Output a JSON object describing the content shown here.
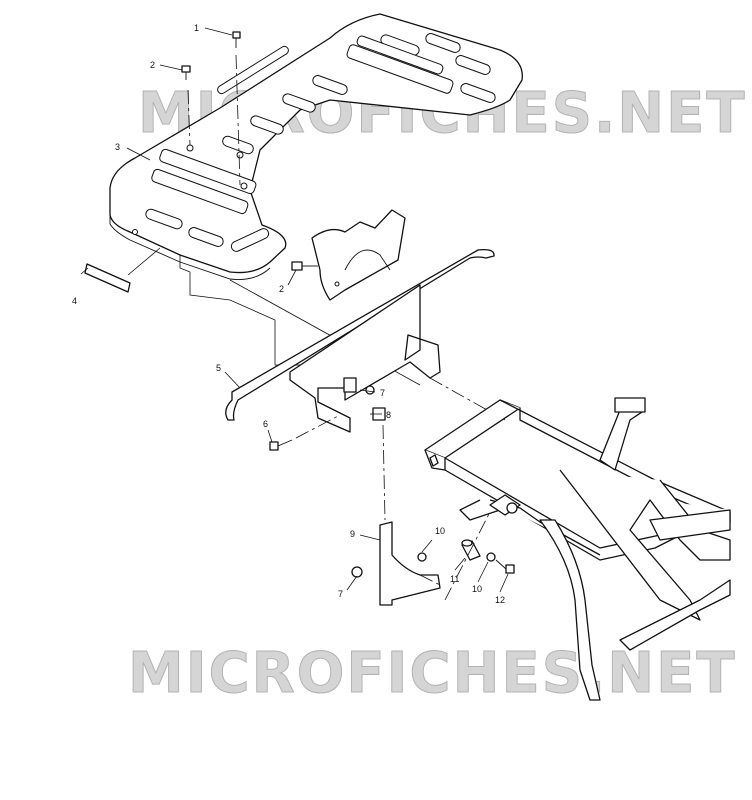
{
  "watermark": {
    "text": "MICROFICHES.NET"
  },
  "callouts": [
    {
      "id": "c1a",
      "label": "1"
    },
    {
      "id": "c2a",
      "label": "2"
    },
    {
      "id": "c3",
      "label": "3"
    },
    {
      "id": "c4",
      "label": "4"
    },
    {
      "id": "c2b",
      "label": "2"
    },
    {
      "id": "c5",
      "label": "5"
    },
    {
      "id": "c7a",
      "label": "7"
    },
    {
      "id": "c8",
      "label": "8"
    },
    {
      "id": "c6",
      "label": "6"
    },
    {
      "id": "c9",
      "label": "9"
    },
    {
      "id": "c10a",
      "label": "10"
    },
    {
      "id": "c7b",
      "label": "7"
    },
    {
      "id": "c11",
      "label": "11"
    },
    {
      "id": "c10b",
      "label": "10"
    },
    {
      "id": "c12",
      "label": "12"
    }
  ]
}
